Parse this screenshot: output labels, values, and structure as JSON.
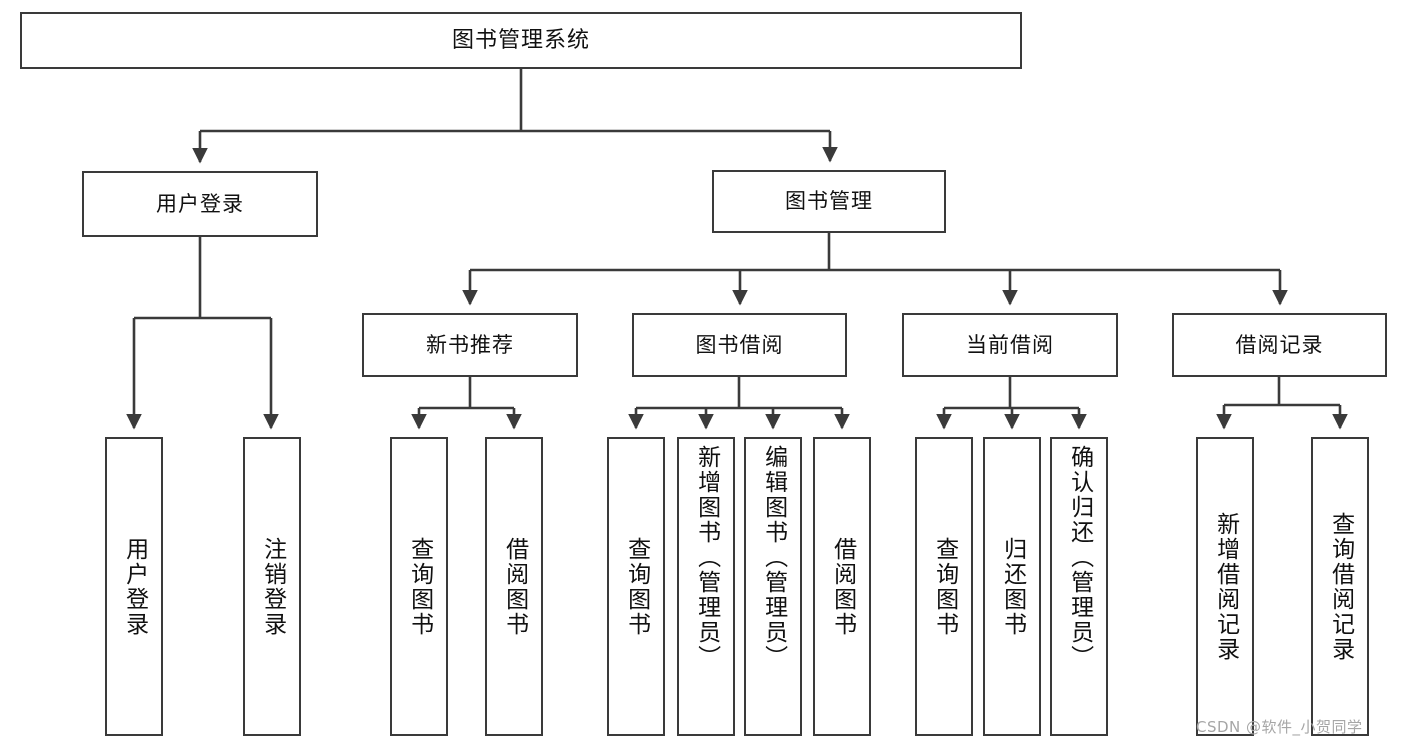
{
  "diagram": {
    "type": "tree-hierarchy",
    "title": "图书管理系统",
    "root": {
      "id": "root",
      "label": "图书管理系统"
    },
    "level1": [
      {
        "id": "user-login",
        "label": "用户登录"
      },
      {
        "id": "book-mgmt",
        "label": "图书管理"
      }
    ],
    "level2": [
      {
        "id": "new-book-rec",
        "label": "新书推荐"
      },
      {
        "id": "book-borrow",
        "label": "图书借阅"
      },
      {
        "id": "current-borrow",
        "label": "当前借阅"
      },
      {
        "id": "borrow-record",
        "label": "借阅记录"
      }
    ],
    "leaves": {
      "user_login": [
        {
          "id": "leaf-user-login",
          "label": "用户登录"
        },
        {
          "id": "leaf-logout-login",
          "label": "注销登录"
        }
      ],
      "new_book_rec": [
        {
          "id": "leaf-query-book-1",
          "label": "查询图书"
        },
        {
          "id": "leaf-borrow-book-1",
          "label": "借阅图书"
        }
      ],
      "book_borrow": [
        {
          "id": "leaf-query-book-2",
          "label": "查询图书"
        },
        {
          "id": "leaf-add-book",
          "label": "新增图书（管理员）"
        },
        {
          "id": "leaf-edit-book",
          "label": "编辑图书（管理员）"
        },
        {
          "id": "leaf-borrow-book-2",
          "label": "借阅图书"
        }
      ],
      "current_borrow": [
        {
          "id": "leaf-query-book-3",
          "label": "查询图书"
        },
        {
          "id": "leaf-return-book",
          "label": "归还图书"
        },
        {
          "id": "leaf-confirm-return",
          "label": "确认归还（管理员）"
        }
      ],
      "borrow_record": [
        {
          "id": "leaf-add-record",
          "label": "新增借阅记录"
        },
        {
          "id": "leaf-query-record",
          "label": "查询借阅记录"
        }
      ]
    }
  },
  "watermark": {
    "text": "CSDN @软件_小贺同学"
  },
  "colors": {
    "stroke": "#3a3a3a",
    "text": "#111111",
    "background": "#ffffff",
    "watermark": "#a6a6a6"
  }
}
